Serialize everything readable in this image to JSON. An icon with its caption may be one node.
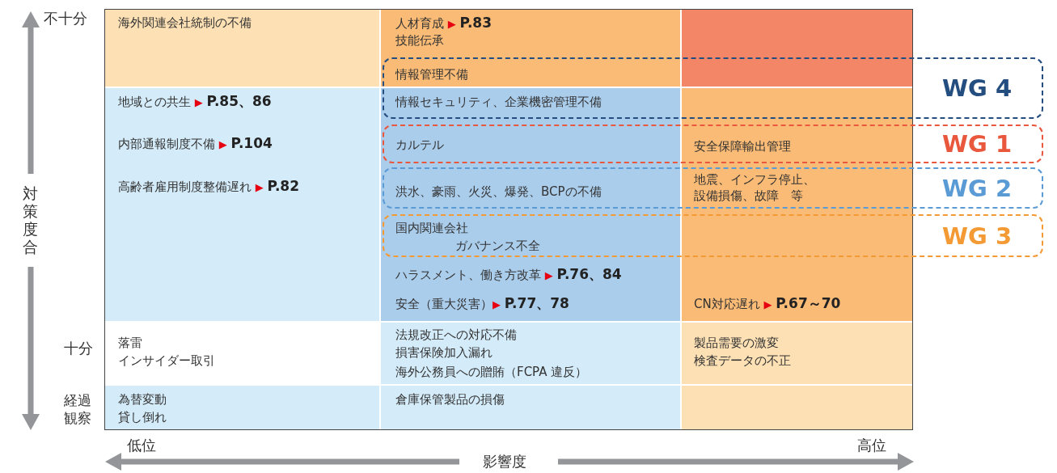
{
  "diagram": {
    "nodes": [
      {
        "text": [
          "海外関連会社統制の不備"
        ]
      },
      {
        "text": [
          "人材育成 ▶ **P.83**",
          "技能伝承",
          "情報管理不備"
        ]
      },
      {
        "text": [],
        "shape": "box"
      },
      {
        "text": [
          "地域との共生 ▶ **P.85、86**",
          "内部通報制度不備 ▶ **P.104**",
          "高齢者雇用制度整備遅れ ▶ **P.82**"
        ]
      },
      {
        "text": [
          "ハラスメント、働き方改革 ▶ **P.76、84**",
          "安全（重大災害）▶ **P.77、78**"
        ]
      },
      {
        "text": [
          "CN対応遅れ ▶ **P.67～70**"
        ]
      },
      {
        "text": [
          "落雷",
          "インサイダー取引"
        ]
      },
      {
        "text": [
          "法規改正への対応不備",
          "損害保険加入漏れ",
          "海外公務員への贈賄（FCPA 違反）"
        ]
      },
      {
        "text": [
          "製品需要の激変",
          "検査データの不正"
        ]
      },
      {
        "text": [
          "為替変動",
          "貸し倒れ"
        ]
      },
      {
        "text": [
          "倉庫保管製品の損傷"
        ]
      },
      {
        "text": [],
        "shape": "box"
      },
      {
        "text": [
          "情報セキュリティ、企業機密管理不備",
          "WG 4"
        ]
      },
      {
        "text": [
          "カルテル",
          "安全保障輸出管理",
          "WG 1"
        ]
      },
      {
        "text": [
          "洪水、豪雨、火災、爆発、BCPの不備",
          "地震、インフラ停止、設備損傷、故障　等",
          "WG 2"
        ]
      },
      {
        "text": [
          "国内関連会社",
          "ガバナンス不全",
          "WG 3"
        ]
      }
    ],
    "labels": [
      "不十分",
      "対策度合",
      "十分",
      "経過観察",
      "低位",
      "影響度",
      "高位"
    ]
  }
}
